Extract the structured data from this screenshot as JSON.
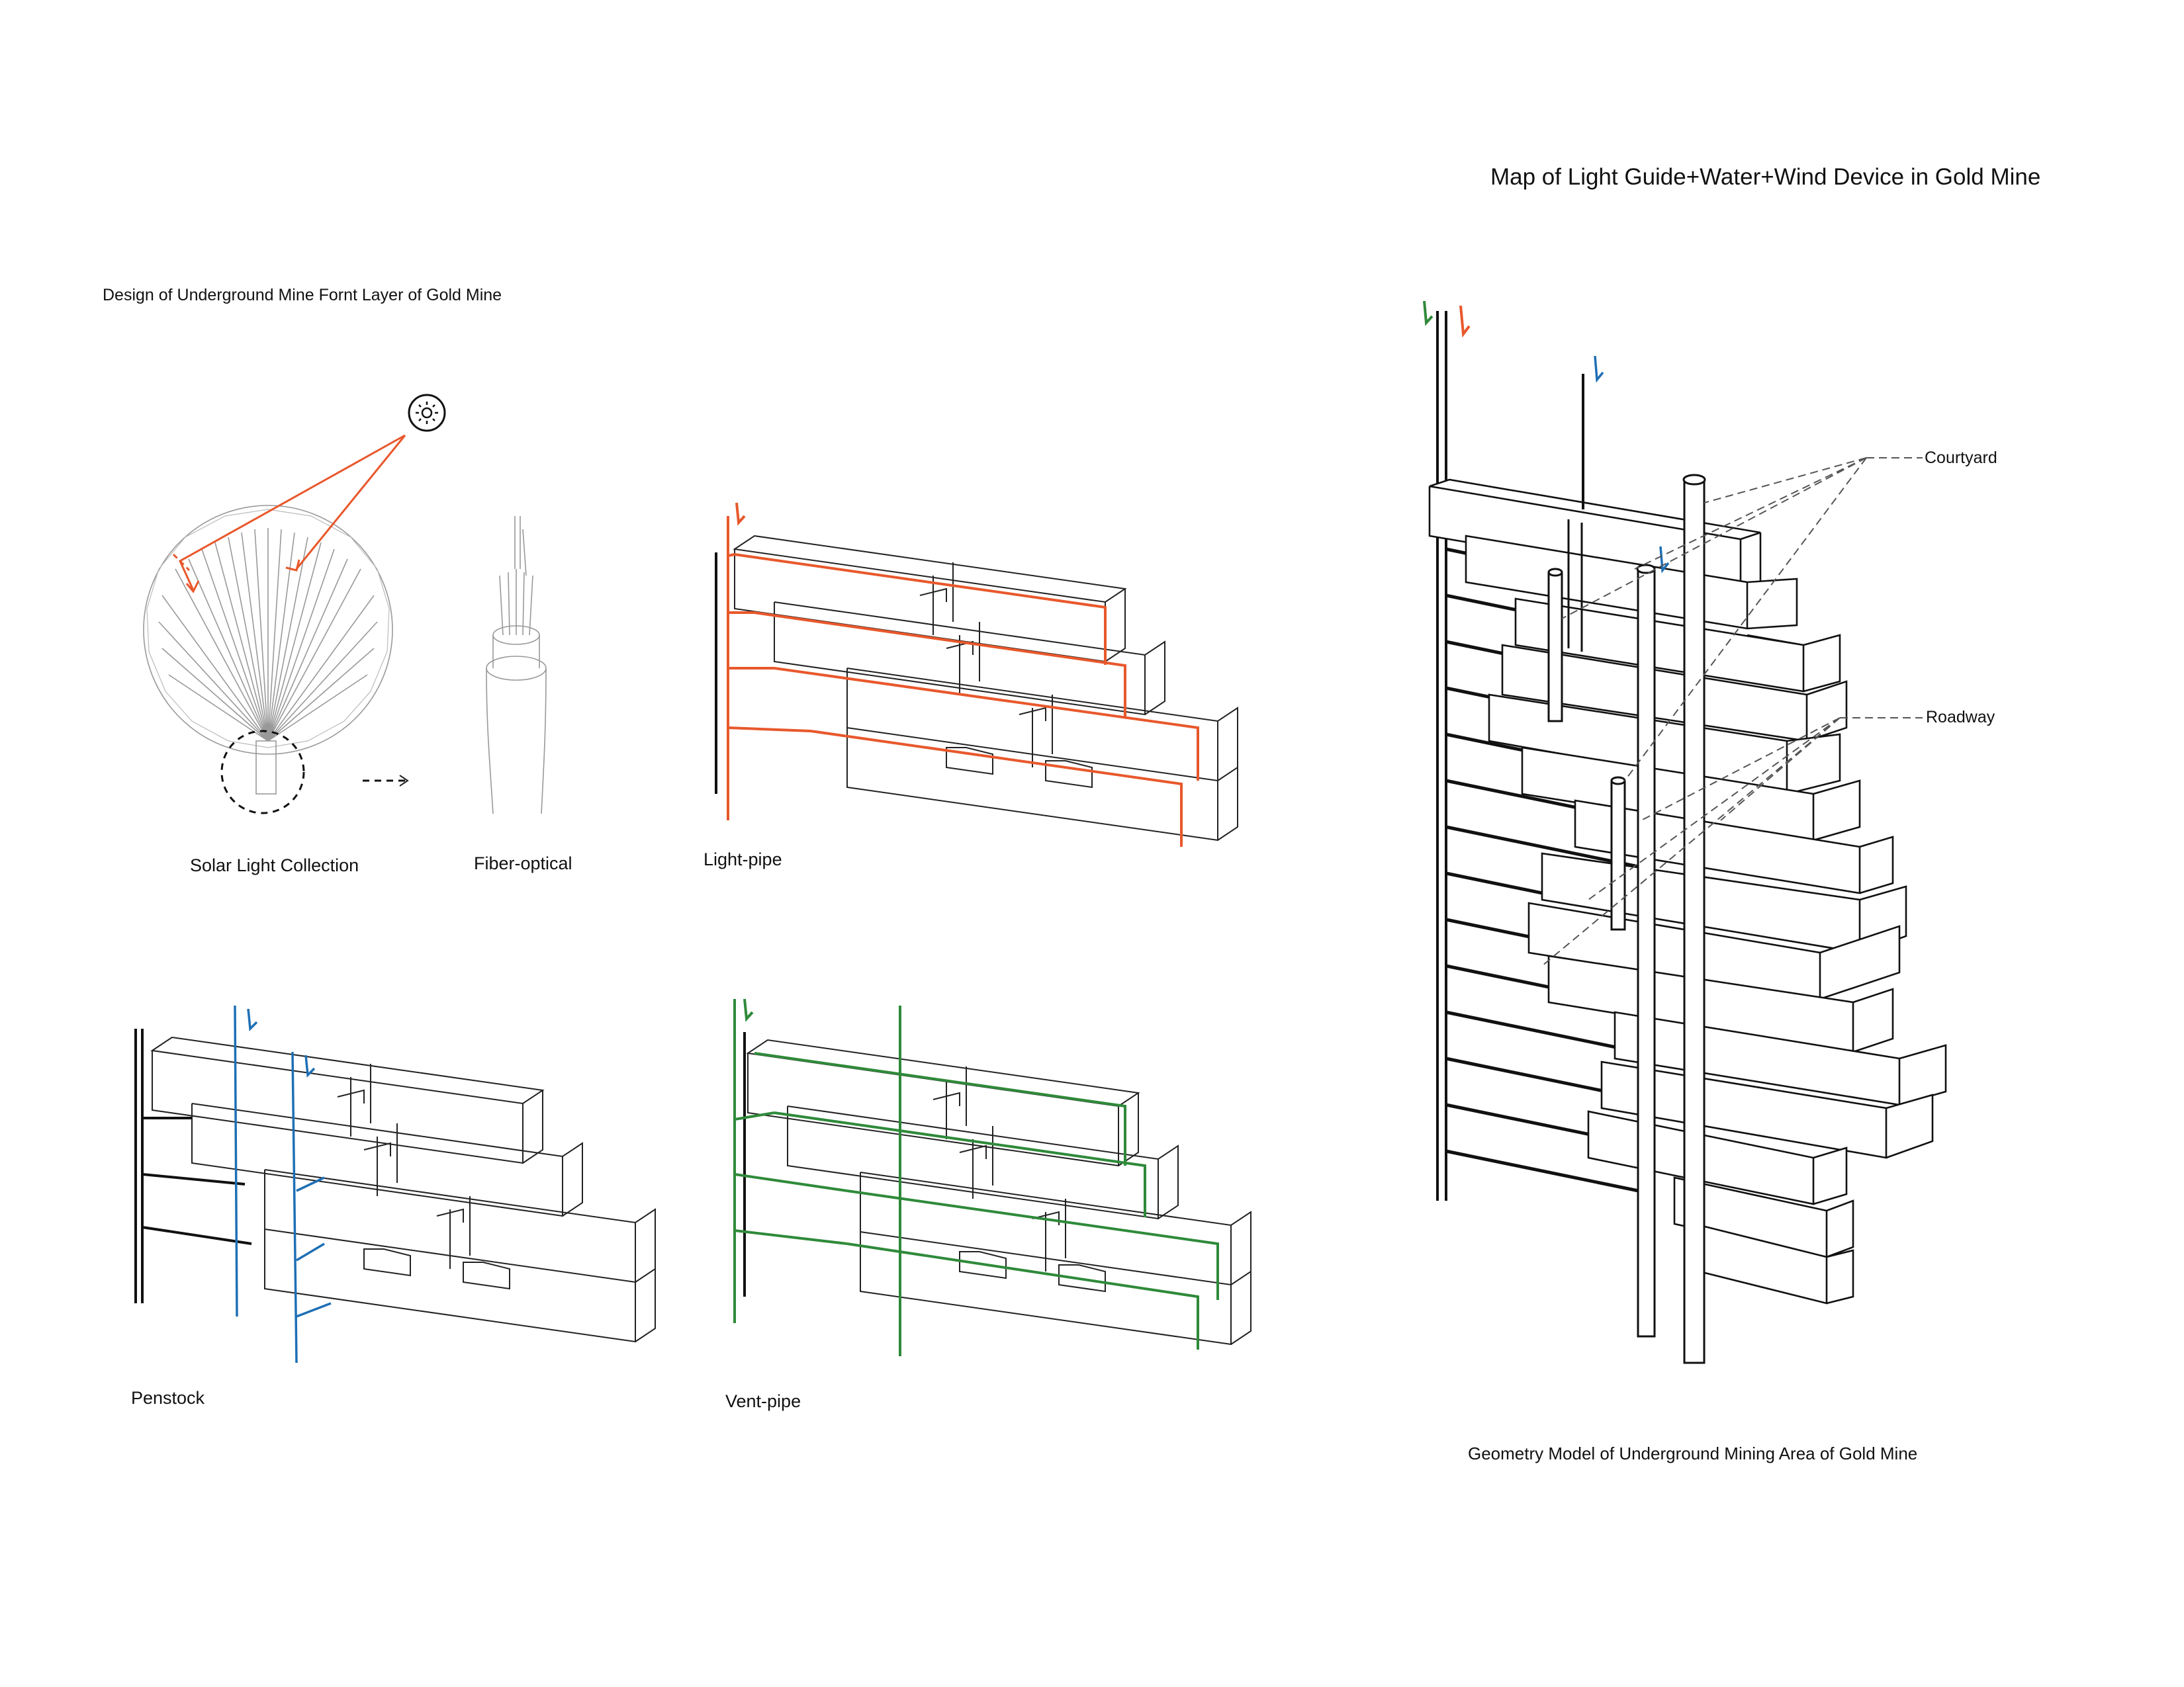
{
  "titles": {
    "main": "Map of Light Guide+Water+Wind Device in Gold Mine",
    "section": "Design of Underground Mine Fornt Layer of Gold Mine",
    "geometry": "Geometry Model of Underground Mining Area of Gold Mine"
  },
  "captions": {
    "solar": "Solar Light Collection",
    "fiber": "Fiber-optical",
    "light_pipe": "Light-pipe",
    "penstock": "Penstock",
    "vent_pipe": "Vent-pipe"
  },
  "labels": {
    "courtyard": "Courtyard",
    "roadway": "Roadway"
  },
  "icons": {
    "sun": "sun-icon"
  },
  "colors": {
    "light": "#e8582c",
    "water": "#1e6fb5",
    "wind": "#2f8a3a",
    "structure": "#111111"
  }
}
